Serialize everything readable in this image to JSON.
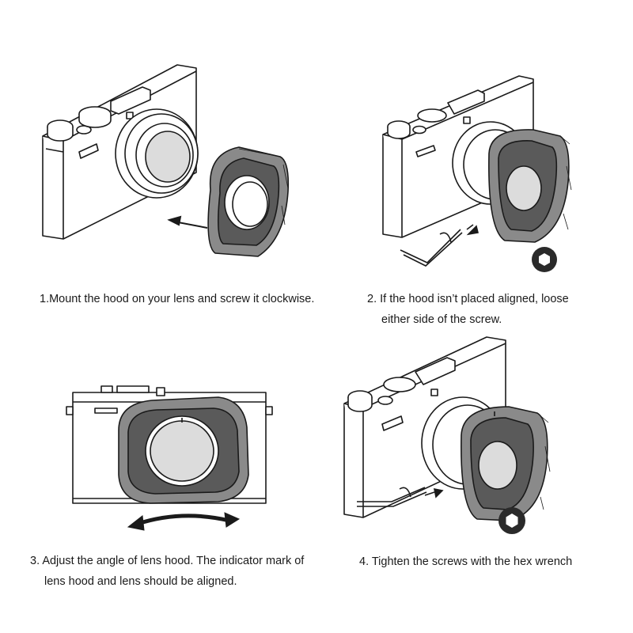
{
  "steps": [
    {
      "number": 1,
      "lines": [
        "1.Mount the hood on your lens and screw it clockwise."
      ],
      "icon": "camera-with-hood-beside-icon",
      "action_icon": "arrow-toward-lens-icon"
    },
    {
      "number": 2,
      "lines": [
        "2. If the hood isn’t placed aligned, loose",
        "either side of the screw."
      ],
      "icon": "camera-with-hood-mounted-icon",
      "action_icon": "hex-wrench-icon",
      "badge_icon": "hex-socket-icon"
    },
    {
      "number": 3,
      "lines": [
        "3. Adjust the angle  of lens hood. The indicator mark of",
        "lens hood and lens should be aligned."
      ],
      "icon": "camera-front-view-icon",
      "action_icon": "rotate-arrow-icon"
    },
    {
      "number": 4,
      "lines": [
        "4. Tighten the screws with the hex wrench"
      ],
      "icon": "camera-with-hood-tightened-icon",
      "action_icon": "hex-wrench-icon",
      "badge_icon": "hex-socket-icon"
    }
  ],
  "colors": {
    "line": "#1a1a1a",
    "hood": "#8a8a8a",
    "hood_dark": "#4a4a4a",
    "glass": "#c8c8c8",
    "badge": "#2a2a2a"
  }
}
